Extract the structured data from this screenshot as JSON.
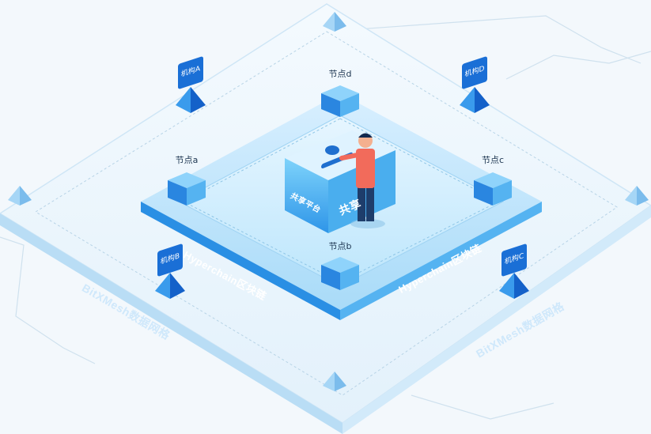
{
  "nodes": {
    "a": "节点a",
    "b": "节点b",
    "c": "节点c",
    "d": "节点d"
  },
  "institutions": {
    "A": "机构A",
    "B": "机构B",
    "C": "机构C",
    "D": "机构D"
  },
  "platform": {
    "front_label": "共享平台",
    "side_label": "共享"
  },
  "layers": {
    "hyperchain_left": "Hyperchain区块链",
    "hyperchain_right": "Hyperchain区块链",
    "mesh_left": "BitXMesh数据网格",
    "mesh_right": "BitXMesh数据网格"
  },
  "colors": {
    "accent": "#1a6fd6",
    "outer_plate": "#e6f3fc",
    "inner_plate": "#bfe2f8",
    "person_shirt": "#f26b5b",
    "person_pants": "#1e3d6b"
  }
}
